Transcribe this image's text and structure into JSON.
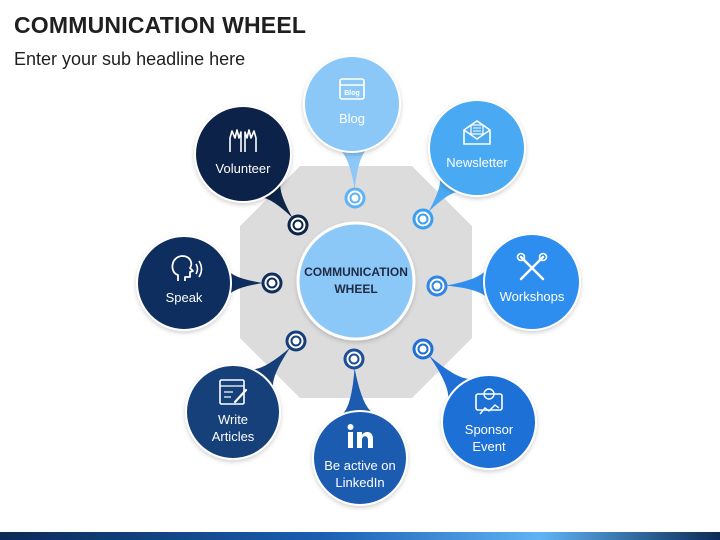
{
  "title": "COMMUNICATION WHEEL",
  "subtitle": "Enter your sub headline here",
  "center": {
    "line1": "COMMUNICATION",
    "line2": "WHEEL"
  },
  "nodes": [
    {
      "id": "blog",
      "lines": [
        "Blog"
      ],
      "icon": "blog-icon",
      "color": "#8cc8f7",
      "ring": "#5fb3f5"
    },
    {
      "id": "newsletter",
      "lines": [
        "Newsletter"
      ],
      "icon": "envelope-icon",
      "color": "#4aa9f2",
      "ring": "#3b9ff0"
    },
    {
      "id": "workshops",
      "lines": [
        "Workshops"
      ],
      "icon": "tools-icon",
      "color": "#2e8ef0",
      "ring": "#2f86e6"
    },
    {
      "id": "sponsor",
      "lines": [
        "Sponsor",
        "Event"
      ],
      "icon": "sponsor-icon",
      "color": "#1f6fd6",
      "ring": "#1f6fd6"
    },
    {
      "id": "linkedin",
      "lines": [
        "Be active on",
        "LinkedIn"
      ],
      "icon": "linkedin-icon",
      "color": "#1d5bb0",
      "ring": "#1d4f99"
    },
    {
      "id": "articles",
      "lines": [
        "Write",
        "Articles"
      ],
      "icon": "article-icon",
      "color": "#163f7a",
      "ring": "#163f7a"
    },
    {
      "id": "speak",
      "lines": [
        "Speak"
      ],
      "icon": "speak-icon",
      "color": "#0f2e5e",
      "ring": "#0f2e5e"
    },
    {
      "id": "volunteer",
      "lines": [
        "Volunteer"
      ],
      "icon": "volunteer-icon",
      "color": "#0c2448",
      "ring": "#0c2448"
    }
  ]
}
